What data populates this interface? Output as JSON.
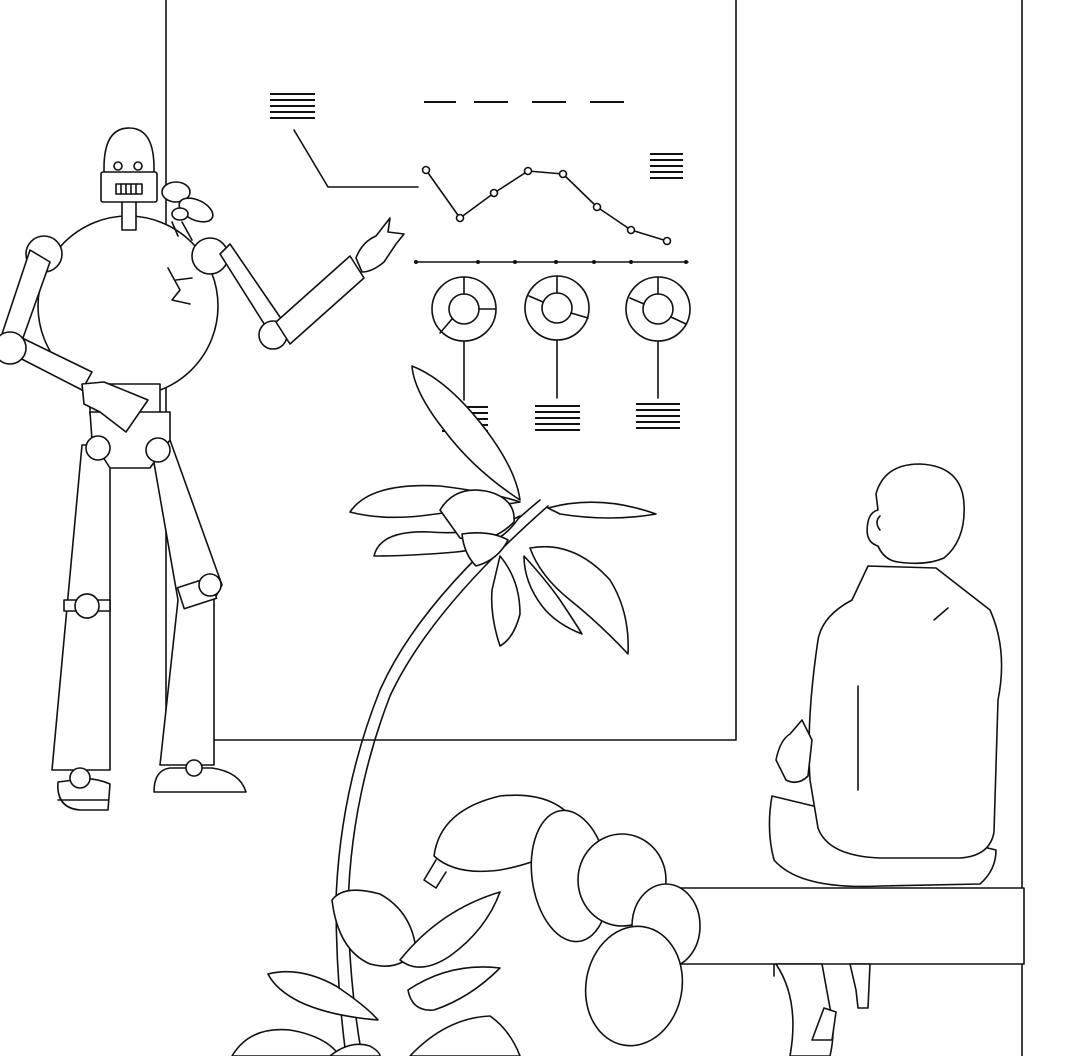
{
  "scene": {
    "subject": "robot-presenting-chart",
    "style": "black line art on white"
  },
  "board": {
    "line_chart": {
      "points": 8,
      "shape": "down-up-down"
    },
    "donut_charts": 3
  },
  "colors": {
    "stroke": "#111111",
    "background": "#ffffff"
  },
  "icons": [
    "robot-figure",
    "seated-person-figure",
    "potted-plant",
    "bench",
    "presentation-board"
  ]
}
